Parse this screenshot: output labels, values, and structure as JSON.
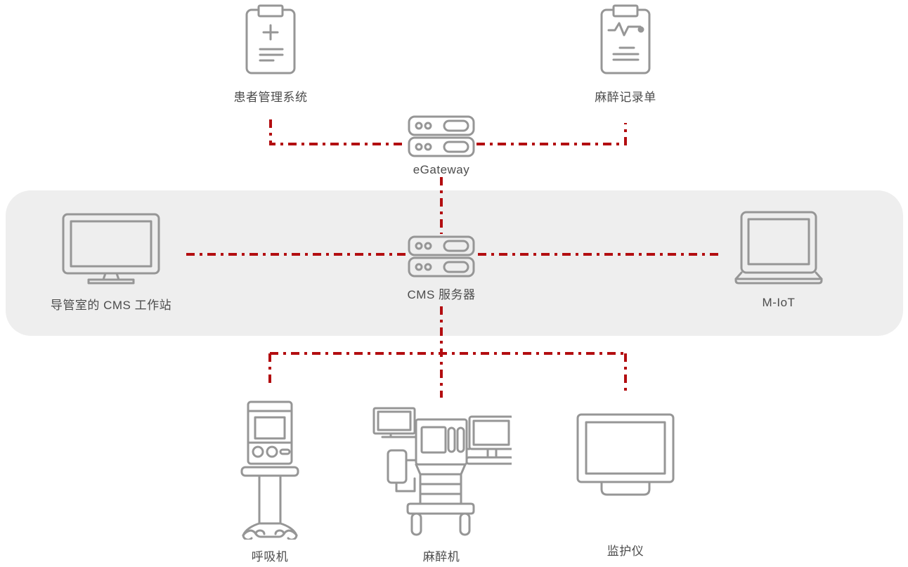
{
  "diagram": {
    "title": "CMS anesthesia network topology",
    "colors": {
      "accent": "#b30d10",
      "icon_stroke": "#969696",
      "band_background": "#eeeeee",
      "label_text": "#4c4c4c"
    },
    "nodes": {
      "patient_mgmt": {
        "label": "患者管理系统",
        "icon": "clipboard-plus-icon"
      },
      "anesthesia_record": {
        "label": "麻醉记录单",
        "icon": "clipboard-waveform-icon"
      },
      "egateway": {
        "label": "eGateway",
        "icon": "server-icon"
      },
      "cms_workstation": {
        "label": "导管室的 CMS 工作站",
        "icon": "desktop-monitor-icon"
      },
      "cms_server": {
        "label": "CMS 服务器",
        "icon": "server-icon"
      },
      "miot": {
        "label": "M-IoT",
        "icon": "laptop-icon"
      },
      "ventilator": {
        "label": "呼吸机",
        "icon": "ventilator-icon"
      },
      "anesthesia_machine": {
        "label": "麻醉机",
        "icon": "anesthesia-machine-icon"
      },
      "patient_monitor": {
        "label": "监护仪",
        "icon": "patient-monitor-icon"
      }
    }
  }
}
